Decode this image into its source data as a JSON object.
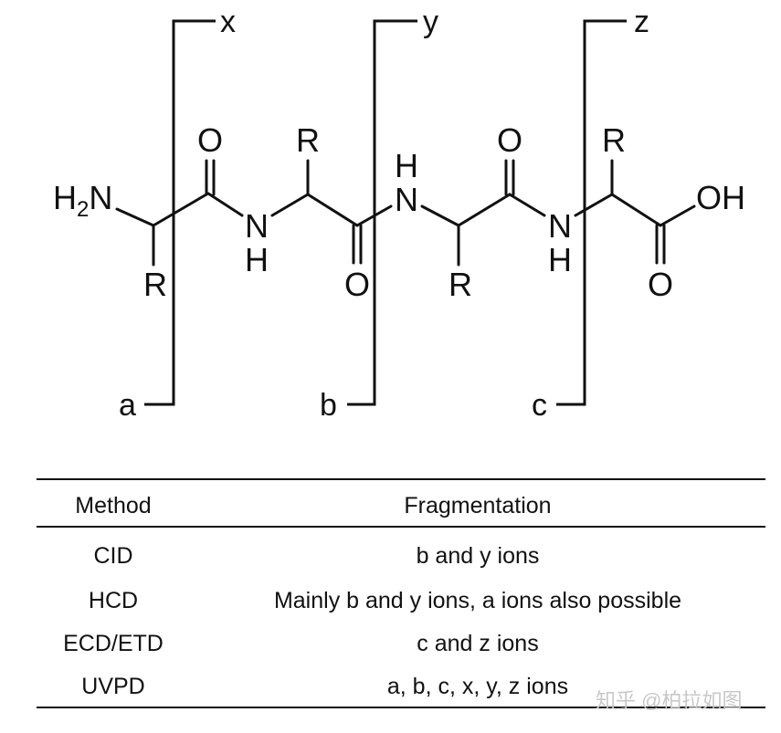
{
  "structure": {
    "amine": {
      "main": "H",
      "sub": "2",
      "tail": "N"
    },
    "carbonyl_oxygens": [
      "O",
      "O",
      "O"
    ],
    "side_chains": [
      "R",
      "R",
      "R",
      "R"
    ],
    "amide_nitrogens": [
      "N",
      "N",
      "N"
    ],
    "amide_hydrogens": [
      "H",
      "H",
      "H"
    ],
    "carboxyl": {
      "oh": "OH",
      "o": "O"
    }
  },
  "fragment_labels": {
    "top": [
      "x",
      "y",
      "z"
    ],
    "bottom": [
      "a",
      "b",
      "c"
    ]
  },
  "table": {
    "headers": [
      "Method",
      "Fragmentation"
    ],
    "rows": [
      [
        "CID",
        "b and y ions"
      ],
      [
        "HCD",
        "Mainly b and y ions, a ions also possible"
      ],
      [
        "ECD/ETD",
        "c and z ions"
      ],
      [
        "UVPD",
        "a, b, c, x, y, z ions"
      ]
    ]
  },
  "watermark": "知乎 @柏拉如图"
}
